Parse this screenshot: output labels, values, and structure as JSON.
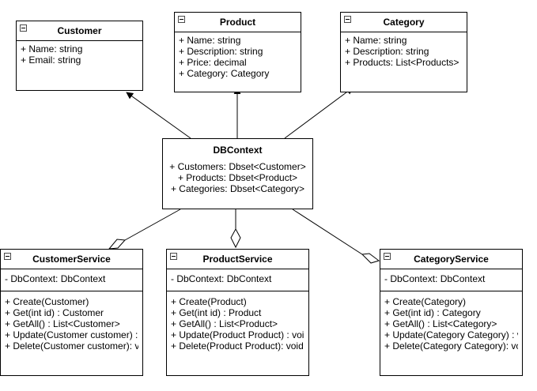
{
  "entities": {
    "customer": {
      "name": "Customer",
      "attributes": [
        "+ Name: string",
        "+ Email: string"
      ]
    },
    "product": {
      "name": "Product",
      "attributes": [
        "+ Name: string",
        "+ Description: string",
        "+ Price: decimal",
        "+ Category: Category"
      ]
    },
    "category": {
      "name": "Category",
      "attributes": [
        "+ Name: string",
        "+ Description: string",
        "+ Products: List<Products>"
      ]
    }
  },
  "dbcontext": {
    "name": "DBContext",
    "attributes": [
      "+ Customers: Dbset<Customer>",
      "+ Products: Dbset<Product>",
      "+ Categories: Dbset<Category>"
    ]
  },
  "services": {
    "customer": {
      "name": "CustomerService",
      "fields": [
        "- DbContext: DbContext"
      ],
      "methods": [
        "+ Create(Customer)",
        "+ Get(int id) : Customer",
        "+ GetAll() : List<Customer>",
        "+ Update(Customer customer) :",
        "+ Delete(Customer customer): v"
      ]
    },
    "product": {
      "name": "ProductService",
      "fields": [
        "- DbContext: DbContext"
      ],
      "methods": [
        "+ Create(Product)",
        "+ Get(int id) : Product",
        "+ GetAll() : List<Product>",
        "+ Update(Product Product) : voi",
        "+ Delete(Product Product): void"
      ]
    },
    "category": {
      "name": "CategoryService",
      "fields": [
        "- DbContext: DbContext"
      ],
      "methods": [
        "+ Create(Category)",
        "+ Get(int id) : Category",
        "+ GetAll() : List<Category>",
        "+ Update(Category Category) : v",
        "+ Delete(Category Category): vo"
      ]
    }
  },
  "relations": [
    {
      "from": "dbcontext",
      "to": "customer",
      "kind": "association-arrow"
    },
    {
      "from": "dbcontext",
      "to": "product",
      "kind": "association-arrow"
    },
    {
      "from": "dbcontext",
      "to": "category",
      "kind": "association-arrow"
    },
    {
      "from": "dbcontext",
      "to": "customer-service",
      "kind": "aggregation"
    },
    {
      "from": "dbcontext",
      "to": "product-service",
      "kind": "aggregation"
    },
    {
      "from": "dbcontext",
      "to": "category-service",
      "kind": "aggregation"
    }
  ]
}
